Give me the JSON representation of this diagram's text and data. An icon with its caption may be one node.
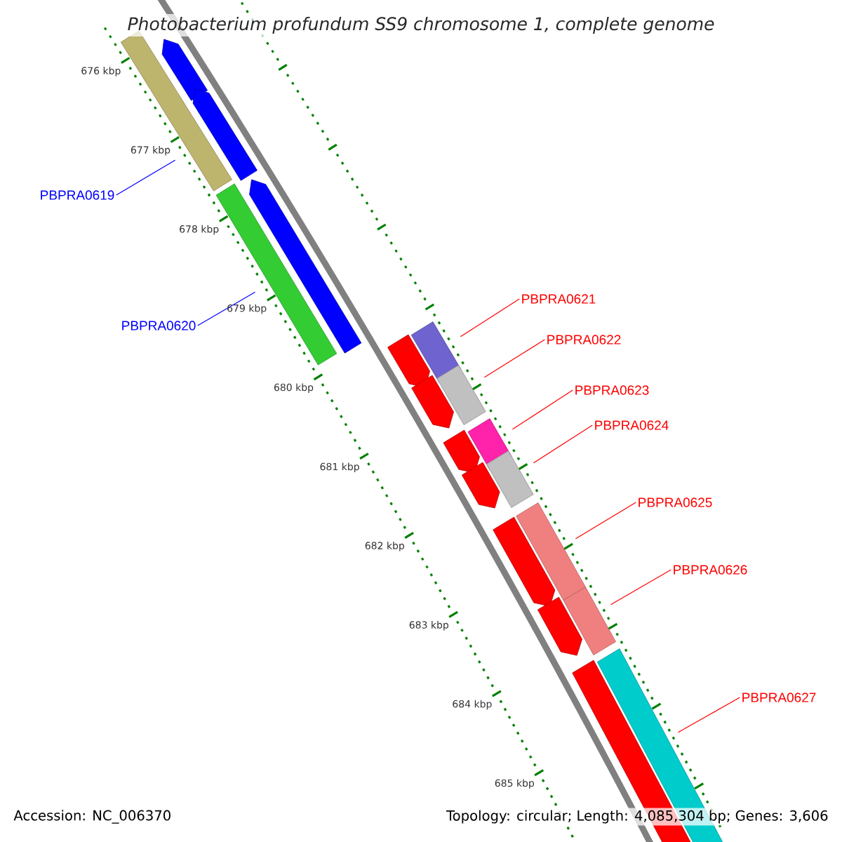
{
  "diagram": {
    "title": "Photobacterium profundum SS9 chromosome 1, complete genome",
    "nodes": [
      {
        "text": [
          "PBPRA0619"
        ]
      },
      {
        "text": [],
        "shape": "bar"
      },
      {
        "text": [
          "PBPRA0620"
        ]
      },
      {
        "text": [],
        "shape": "bar"
      },
      {
        "text": [
          "PBPRA0621"
        ]
      },
      {
        "text": [],
        "shape": "bar"
      },
      {
        "text": [
          "PBPRA0622"
        ]
      },
      {
        "text": [],
        "shape": "bar"
      },
      {
        "text": [
          "PBPRA0623"
        ]
      },
      {
        "text": [],
        "shape": "bar"
      },
      {
        "text": [
          "PBPRA0624"
        ]
      },
      {
        "text": [],
        "shape": "bar"
      },
      {
        "text": [
          "PBPRA0625"
        ]
      },
      {
        "text": [],
        "shape": "bar"
      },
      {
        "text": [
          "PBPRA0626"
        ]
      },
      {
        "text": [],
        "shape": "bar"
      },
      {
        "text": [
          "PBPRA0627"
        ]
      },
      {
        "text": [],
        "shape": "bar"
      },
      {
        "text": [],
        "shape": "arrow"
      },
      {
        "text": [],
        "shape": "arrow"
      },
      {
        "text": [],
        "shape": "arrow"
      },
      {
        "text": [],
        "shape": "arrow"
      },
      {
        "text": [],
        "shape": "arrow"
      },
      {
        "text": [],
        "shape": "arrow"
      },
      {
        "text": [],
        "shape": "arrow"
      },
      {
        "text": [],
        "shape": "arrow"
      },
      {
        "text": [],
        "shape": "arrow"
      },
      {
        "text": [],
        "shape": "arrow"
      }
    ],
    "edges": [
      {
        "from": 0,
        "to": 1,
        "arrow": "none",
        "color": "#0000ff"
      },
      {
        "from": 2,
        "to": 3,
        "arrow": "none",
        "color": "#0000ff"
      },
      {
        "from": 4,
        "to": 5,
        "arrow": "none"
      },
      {
        "from": 6,
        "to": 7,
        "arrow": "none"
      },
      {
        "from": 8,
        "to": 9,
        "arrow": "none"
      },
      {
        "from": 10,
        "to": 11,
        "arrow": "none"
      },
      {
        "from": 12,
        "to": 13,
        "arrow": "none"
      },
      {
        "from": 14,
        "to": 15,
        "arrow": "none"
      },
      {
        "from": 16,
        "to": 17,
        "arrow": "none"
      }
    ],
    "labels": [
      "676 kbp",
      "677 kbp",
      "678 kbp",
      "679 kbp",
      "680 kbp",
      "681 kbp",
      "682 kbp",
      "683 kbp",
      "684 kbp",
      "685 kbp",
      "Accession: NC_006370",
      "Topology: circular; Length: 4,085,304 bp; Genes: 3,606"
    ]
  }
}
